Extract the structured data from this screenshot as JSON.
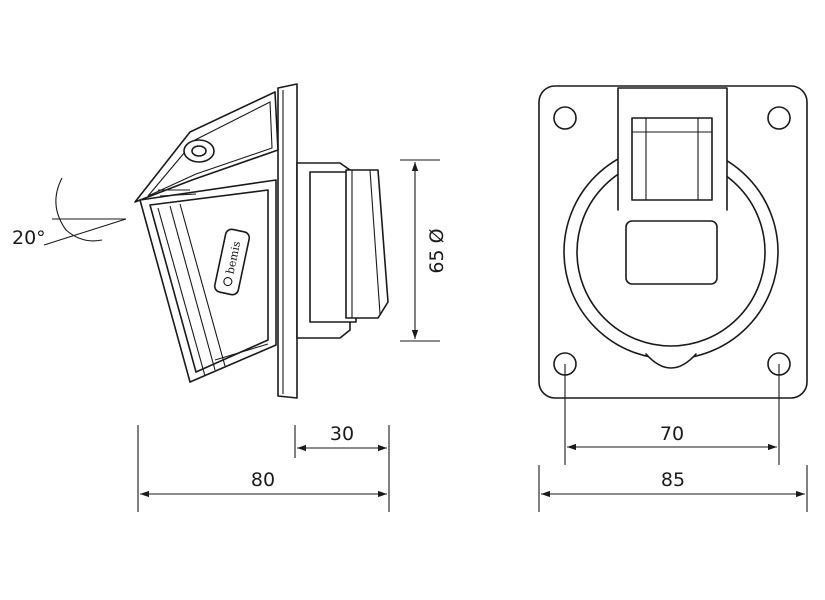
{
  "angle_label": "20°",
  "brand": "bemis",
  "dimensions": {
    "diameter": "65 Ø",
    "depth_front": "30",
    "depth_total": "80",
    "hole_spacing": "70",
    "flange_width": "85"
  },
  "colors": {
    "stroke": "#1a1a1a",
    "background": "#ffffff"
  }
}
